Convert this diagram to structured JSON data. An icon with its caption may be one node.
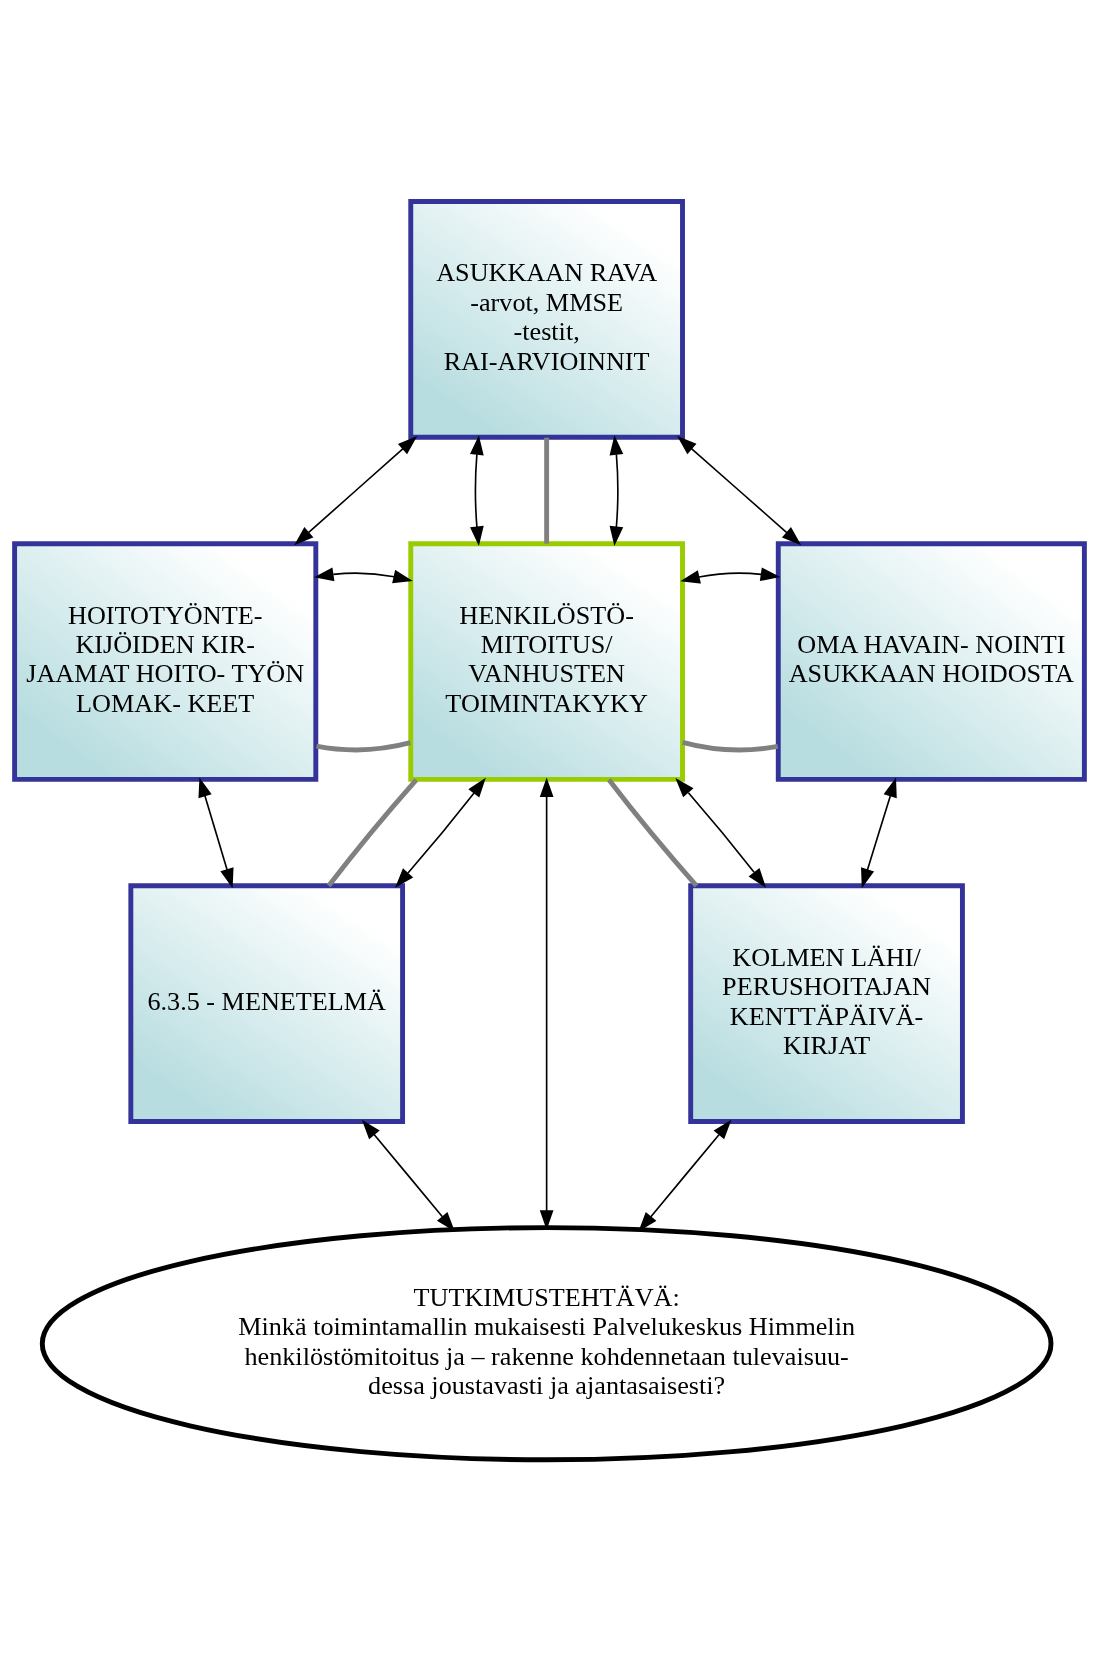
{
  "diagram": {
    "nodes": [
      {
        "text": [
          "ASUKKAAN RAVA -arvot, MMSE -testit, RAI-ARVIOINNIT"
        ]
      },
      {
        "text": [
          "HOITOTYÖNTE- KIJÖIDEN KIR- JAAMAT HOITO- TYÖN LOMAK- KEET"
        ]
      },
      {
        "text": [
          "HENKILÖSTÖ- MITOITUS/ VANHUSTEN TOIMINTAKYKY"
        ]
      },
      {
        "text": [
          "OMA HAVAIN- NOINTI ASUKKAAN HOIDOSTA"
        ]
      },
      {
        "text": [
          "6.3.5 - MENETELMÄ"
        ]
      },
      {
        "text": [
          "KOLMEN LÄHI/ PERUSHOITAJAN KENTTÄPÄIVÄ- KIRJAT"
        ]
      },
      {
        "text": [
          "TUTKIMUSTEHTÄVÄ:",
          "Minkä toimintamallin mukaisesti Palvelukeskus Himmelin henkilöstömitoitus ja – rakenne kohdennetaan tulevaisuu- dessa joustavasti ja ajantasaisesti?"
        ]
      }
    ],
    "edges": [
      {
        "from": 2,
        "to": 0,
        "arrow": "none",
        "style": "thick",
        "color": "#808080"
      },
      {
        "from": 2,
        "to": 1,
        "arrow": "none",
        "style": "thick",
        "color": "#808080"
      },
      {
        "from": 2,
        "to": 3,
        "arrow": "none",
        "style": "thick",
        "color": "#808080"
      },
      {
        "from": 2,
        "to": 4,
        "arrow": "none",
        "style": "thick",
        "color": "#808080"
      },
      {
        "from": 2,
        "to": 5,
        "arrow": "none",
        "style": "thick",
        "color": "#808080"
      },
      {
        "from": 0,
        "to": 1,
        "arrow": "both"
      },
      {
        "from": 0,
        "to": 3,
        "arrow": "both"
      },
      {
        "from": 0,
        "to": 2,
        "arrow": "both"
      },
      {
        "from": 0,
        "to": 2,
        "arrow": "both"
      },
      {
        "from": 1,
        "to": 2,
        "arrow": "both"
      },
      {
        "from": 2,
        "to": 3,
        "arrow": "both"
      },
      {
        "from": 1,
        "to": 4,
        "arrow": "both"
      },
      {
        "from": 2,
        "to": 4,
        "arrow": "both"
      },
      {
        "from": 2,
        "to": 5,
        "arrow": "both"
      },
      {
        "from": 3,
        "to": 5,
        "arrow": "both"
      },
      {
        "from": 4,
        "to": 6,
        "arrow": "both"
      },
      {
        "from": 2,
        "to": 6,
        "arrow": "both"
      },
      {
        "from": 5,
        "to": 6,
        "arrow": "both"
      }
    ]
  }
}
